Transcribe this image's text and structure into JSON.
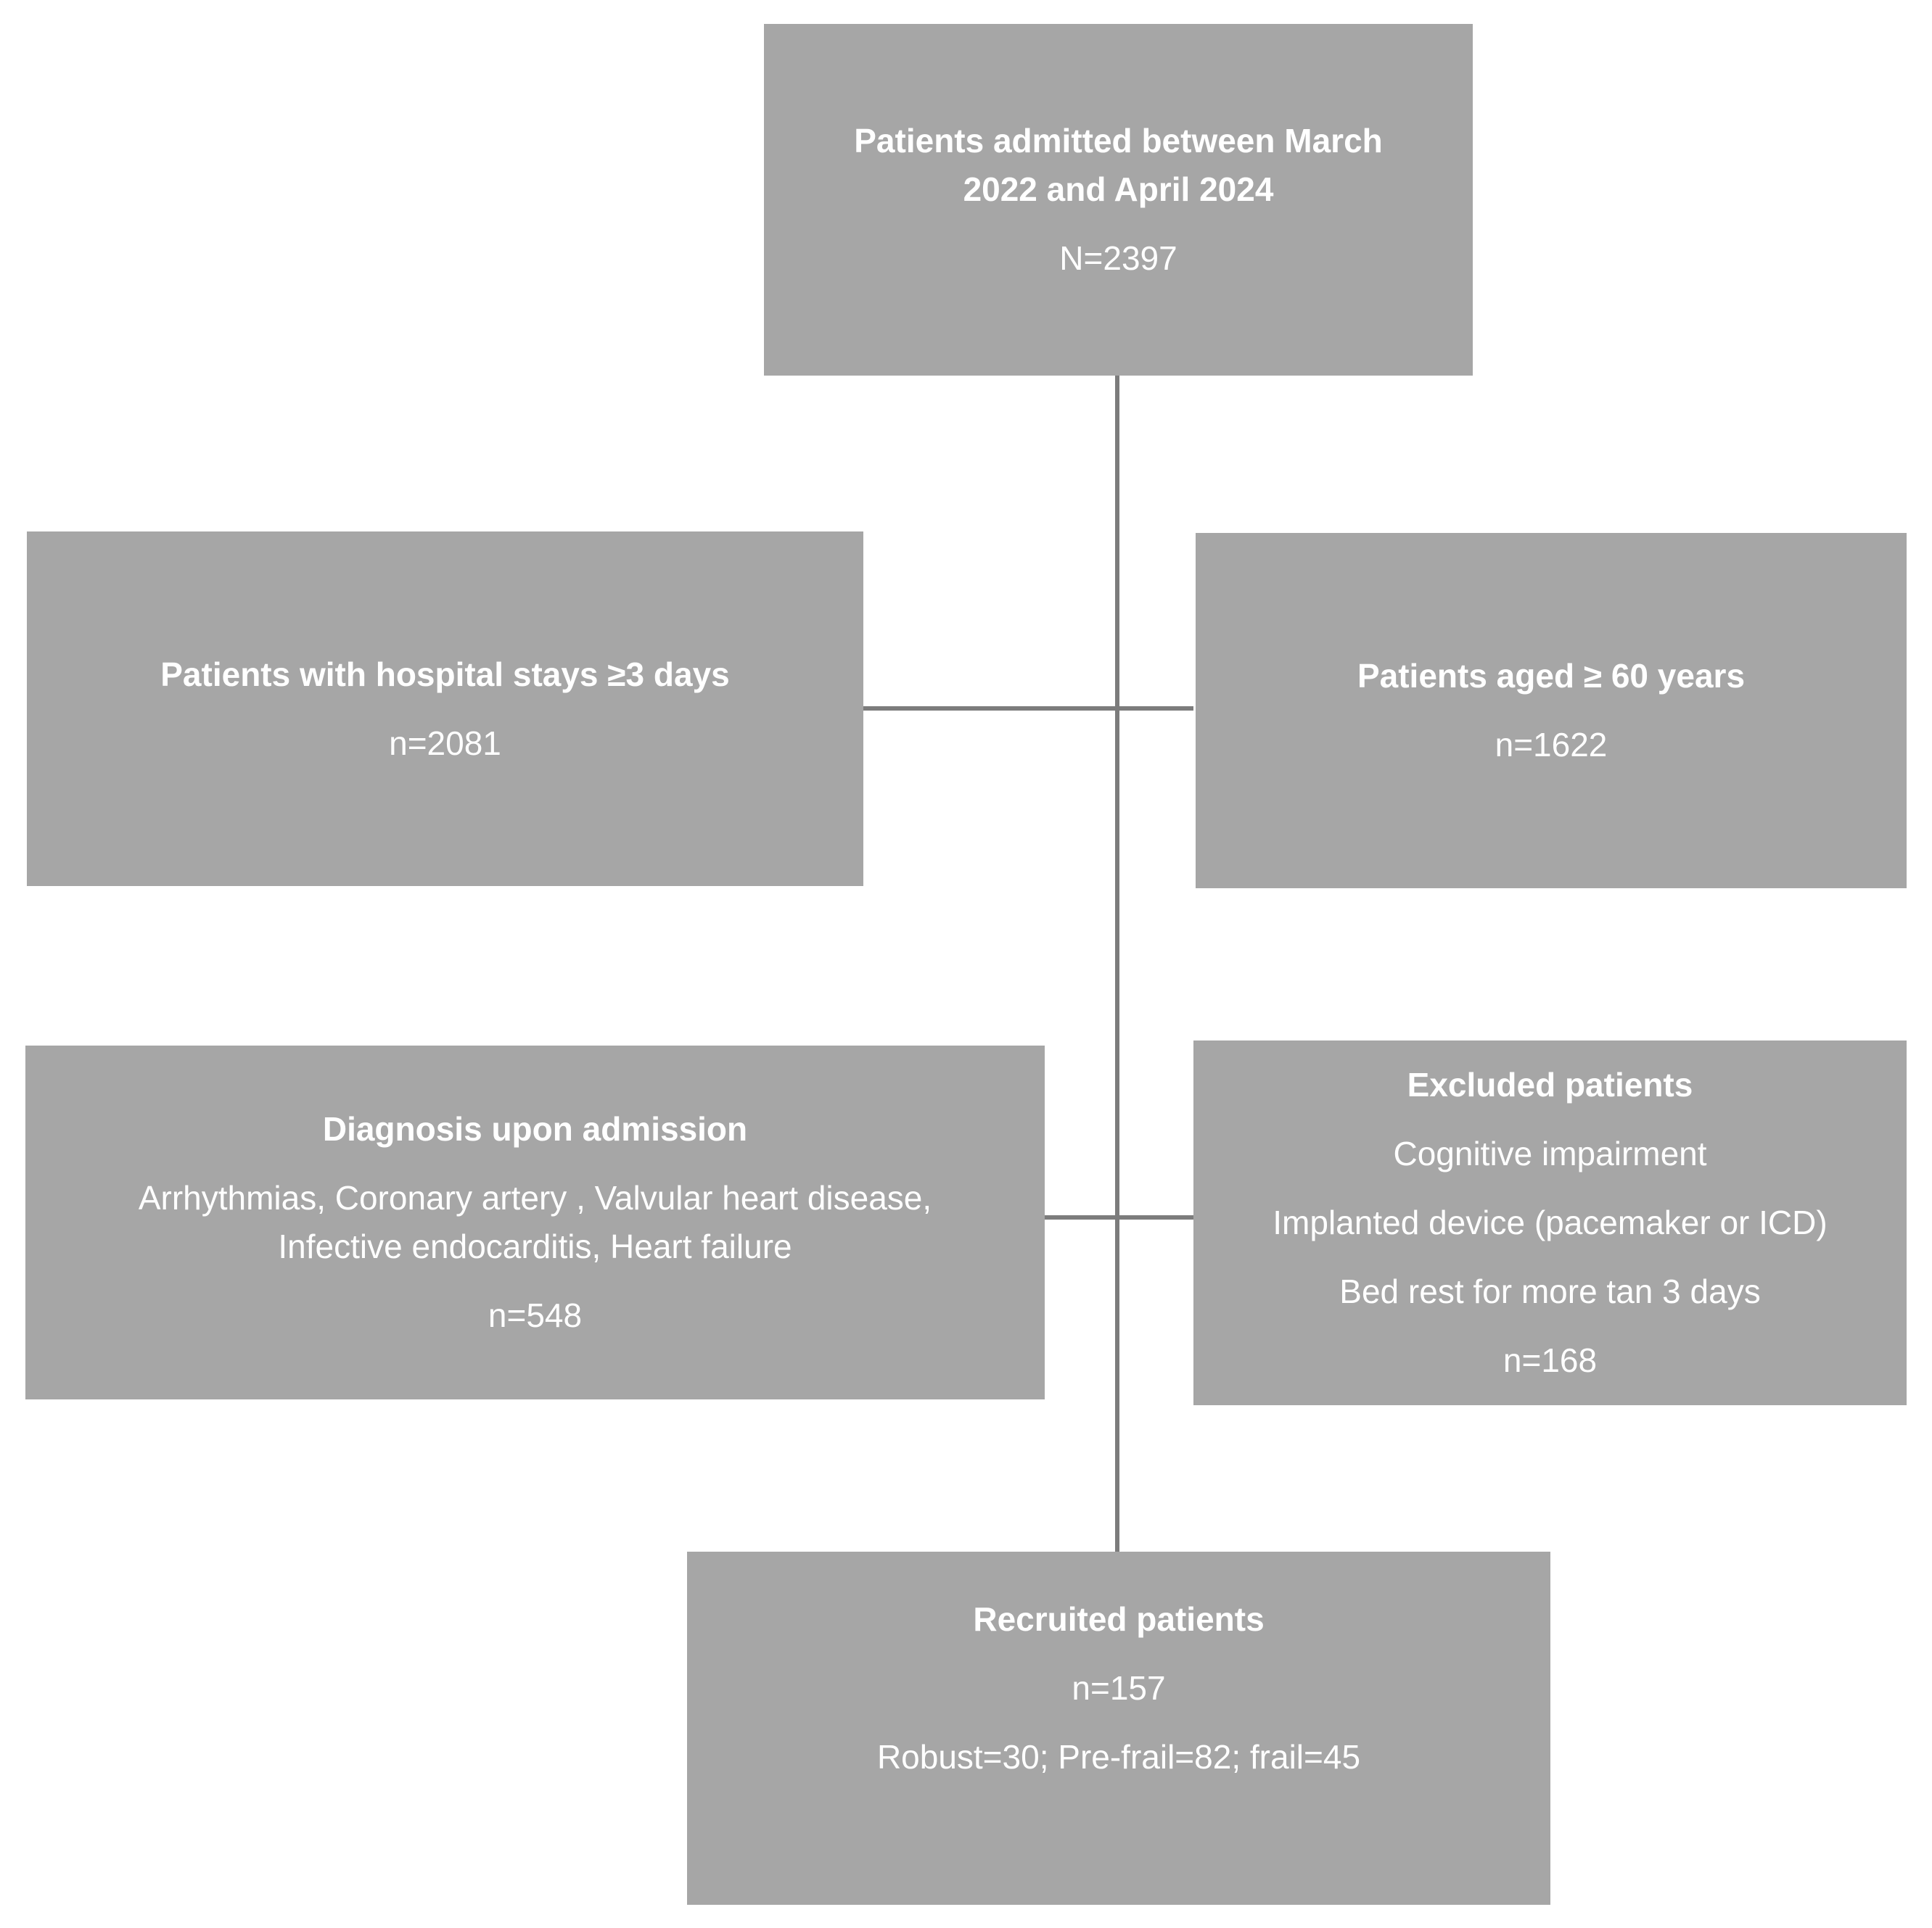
{
  "flowchart": {
    "colors": {
      "box_fill": "#a6a6a6",
      "text": "#ffffff",
      "connector": "#7c7c7c",
      "background": "#ffffff"
    },
    "boxes": {
      "admitted": {
        "title_lines": [
          "Patients admitted between March",
          "2022 and April 2024"
        ],
        "count": "N=2397"
      },
      "stay": {
        "title": "Patients with hospital stays ≥3 days",
        "count": "n=2081"
      },
      "age": {
        "title": "Patients aged ≥ 60 years",
        "count": "n=1622"
      },
      "diagnosis": {
        "title": "Diagnosis upon admission",
        "body_lines": [
          "Arrhythmias, Coronary artery , Valvular heart  disease,",
          "Infective endocarditis, Heart failure"
        ],
        "count": "n=548"
      },
      "excluded": {
        "title": "Excluded patients",
        "body_lines": [
          "Cognitive impairment",
          "Implanted device (pacemaker or ICD)",
          "Bed rest for more tan 3 days"
        ],
        "count": "n=168"
      },
      "recruited": {
        "title": "Recruited patients",
        "count": "n=157",
        "subcount": "Robust=30; Pre-frail=82;  frail=45"
      }
    }
  }
}
